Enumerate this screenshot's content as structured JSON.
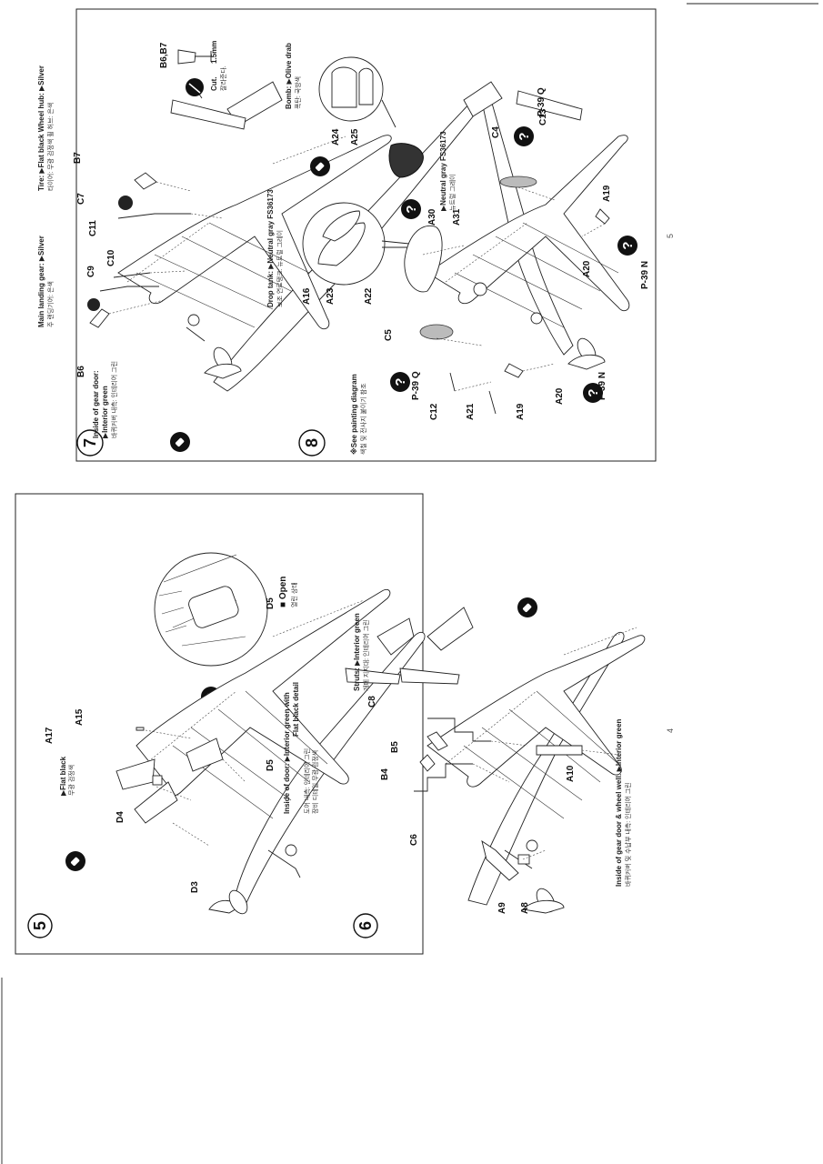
{
  "page_numbers": {
    "left": "4",
    "right": "5"
  },
  "step5": {
    "number": "5",
    "parts": [
      "A17",
      "A15",
      "D4",
      "D3",
      "D5",
      "D5"
    ],
    "flat_black_en": "▶Flat black",
    "flat_black_kr": "무광 검정색",
    "inside_door_en1": "Inside of door: ▶Interior green with",
    "inside_door_en2": "Flat black detail",
    "inside_door_kr1": "도어 내측: 인테리어 그린",
    "inside_door_kr2": "장비 디테일 무광 검정색",
    "open_en": "■ Open",
    "open_kr": "열린 상태"
  },
  "step6": {
    "number": "6",
    "parts": [
      "C8",
      "B5",
      "B4",
      "C6",
      "A10",
      "A9",
      "A8"
    ],
    "struts_en": "Struts: ▶Interior green",
    "struts_kr": "개폐 지지대: 인테리어 그린",
    "gear_en": "Inside of gear door & wheel well: ▶Interior green",
    "gear_kr": "바퀴커버 및 수납부 내측: 인테리어 그린"
  },
  "step7": {
    "number": "7",
    "parts": [
      "B6",
      "C9",
      "C10",
      "C11",
      "C7",
      "B7",
      "B6,B7"
    ],
    "main_gear_en": "Main landing gear: ▶Silver",
    "main_gear_kr": "주 랜딩기어: 은색",
    "tire_en": "Tire: ▶Flat black  Wheel hub: ▶Silver",
    "tire_kr": "타이어: 무광 검정색  휠 허브: 은색",
    "inside_gear_en1": "Inside of gear door:",
    "inside_gear_en2": "▶Interior green",
    "inside_gear_kr": "바퀴커버 내측: 인테리어 그린",
    "size": "1.5mm",
    "cut_en": "Cut.",
    "cut_kr": "잘라준다."
  },
  "step8": {
    "number": "8",
    "parts": [
      "A16",
      "A23",
      "A22",
      "C5",
      "C12",
      "A21",
      "A19",
      "A20",
      "A30",
      "A31",
      "A24",
      "A25",
      "C4",
      "C13",
      "A19",
      "A20"
    ],
    "drop_tank_en": "Drop tank: ▶Neutral gray FS36173",
    "drop_tank_kr": "보조 연료탱크: 뉴트럴 그레이",
    "bomb_en": "Bomb: ▶Olive drab",
    "bomb_kr": "폭탄: 국방색",
    "neutral_en": "▶Neutral gray FS36173",
    "neutral_kr": "뉴트럴 그레이",
    "see_painting_en": "※See painting diagram",
    "see_painting_kr": "색칠 및 전사지 붙이기 참조",
    "variant_q": "P-39 Q",
    "variant_n": "P-39 N"
  }
}
